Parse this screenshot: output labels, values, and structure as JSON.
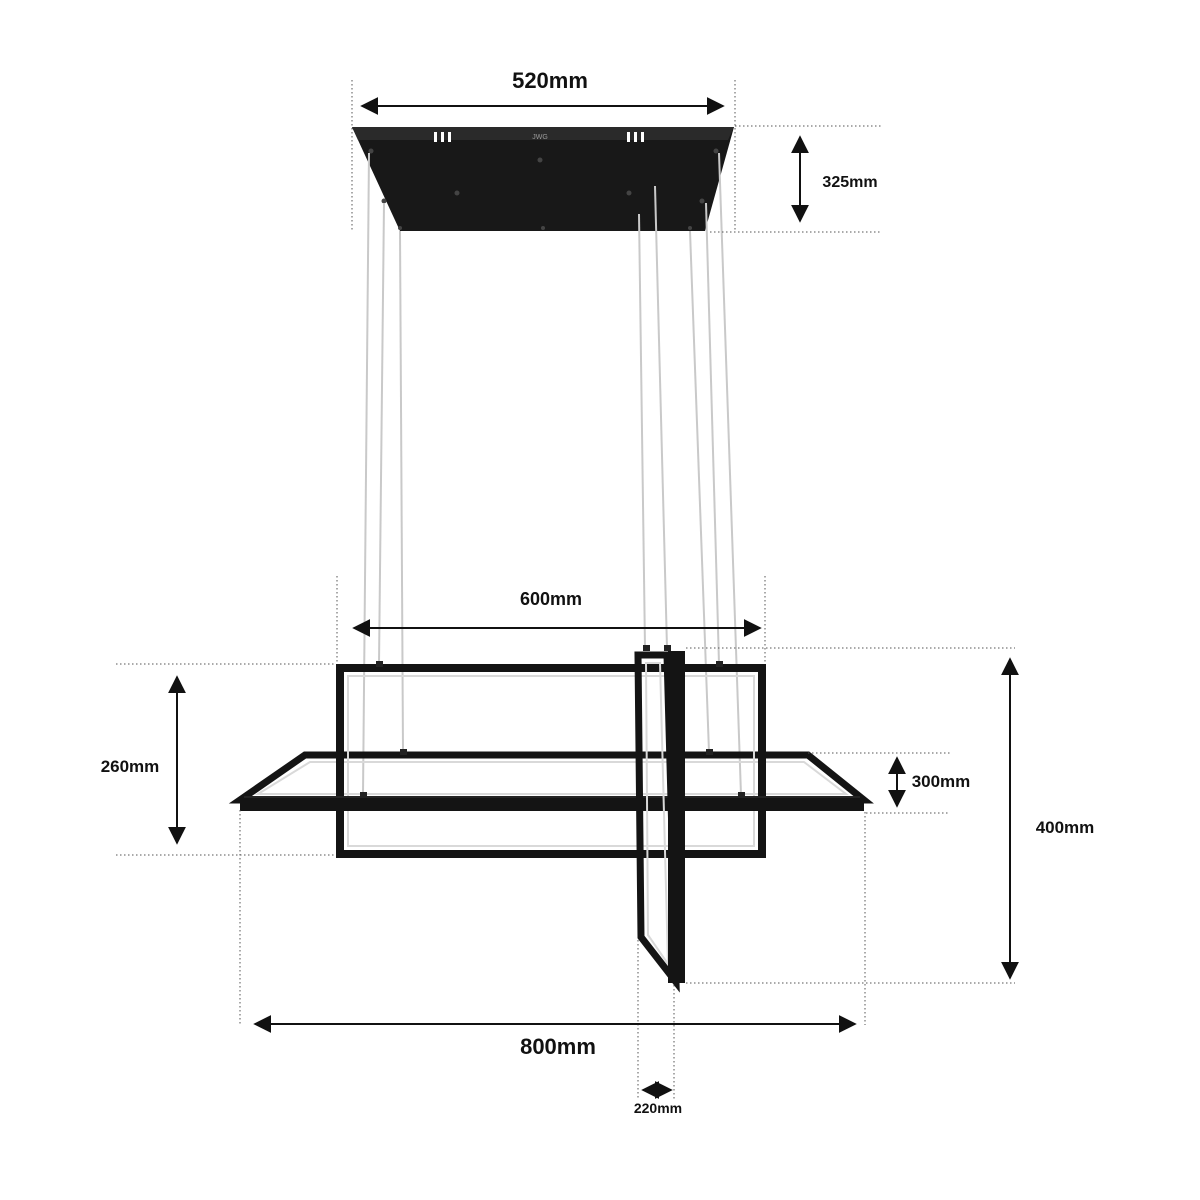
{
  "colors": {
    "frame": "#141414",
    "frame_inner_glow": "#d9d9d9",
    "wire": "#c9c9c9",
    "dimension": "#111111",
    "background": "#ffffff"
  },
  "canopy": {
    "logo_text": "JWG",
    "width_label": "520mm",
    "height_label": "325mm"
  },
  "dimensions": {
    "top_frame_width": "600mm",
    "left_frame_height": "260mm",
    "middle_frame_height": "300mm",
    "total_height": "400mm",
    "total_width": "800mm",
    "vertical_frame_depth": "220mm"
  }
}
